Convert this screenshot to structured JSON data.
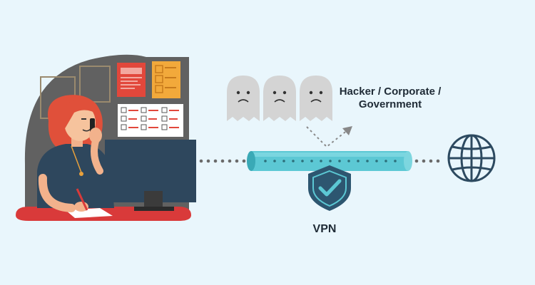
{
  "labels": {
    "threat_line1": "Hacker / Corporate /",
    "threat_line2": "Government",
    "vpn": "VPN"
  },
  "colors": {
    "background": "#e9f6fc",
    "tunnel": "#5cc8d4",
    "shield": "#2d5670",
    "check": "#5cc8d4",
    "globe": "#2d4a60",
    "monitor": "#2e475d",
    "hair": "#e0503a",
    "ghost": "#d4d4d4",
    "desk": "#d93a3a"
  },
  "icons": [
    "ghost-icon",
    "shield-check-icon",
    "globe-icon",
    "arrow-icon"
  ]
}
